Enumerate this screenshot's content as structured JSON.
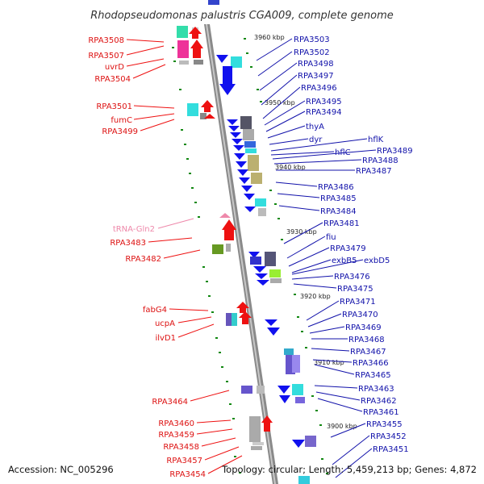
{
  "title": "Rhodopseudomonas palustris CGA009, complete genome",
  "footer": {
    "accession": "Accession: NC_005296",
    "topology": "Topology: circular; Length: 5,459,213 bp; Genes: 4,872"
  },
  "colors": {
    "left_label": "#dd1111",
    "right_label": "#1111aa",
    "trna_label": "#ee88aa",
    "kbp_tick": "#118811",
    "backbone": "#888888"
  },
  "kbp_marks": [
    "3960 kbp",
    "3950 kbp",
    "3940 kbp",
    "3930 kbp",
    "3920 kbp",
    "3910 kbp",
    "3900 kbp"
  ],
  "left_labels": [
    "RPA3508",
    "RPA3507",
    "uvrD",
    "RPA3504",
    "RPA3501",
    "fumC",
    "RPA3499",
    "tRNA-Gln2",
    "RPA3483",
    "RPA3482",
    "fabG4",
    "ucpA",
    "ilvD1",
    "RPA3464",
    "RPA3460",
    "RPA3459",
    "RPA3458",
    "RPA3457",
    "RPA3454"
  ],
  "right_labels": [
    "RPA3503",
    "RPA3502",
    "RPA3498",
    "RPA3497",
    "RPA3496",
    "RPA3495",
    "RPA3494",
    "thyA",
    "dyr",
    "hflK",
    "hflC",
    "RPA3489",
    "RPA3488",
    "RPA3487",
    "RPA3486",
    "RPA3485",
    "RPA3484",
    "RPA3481",
    "fiu",
    "RPA3479",
    "exbB5",
    "exbD5",
    "RPA3476",
    "RPA3475",
    "RPA3471",
    "RPA3470",
    "RPA3469",
    "RPA3468",
    "RPA3467",
    "RPA3466",
    "RPA3465",
    "RPA3463",
    "RPA3462",
    "RPA3461",
    "RPA3455",
    "RPA3452",
    "RPA3451"
  ]
}
